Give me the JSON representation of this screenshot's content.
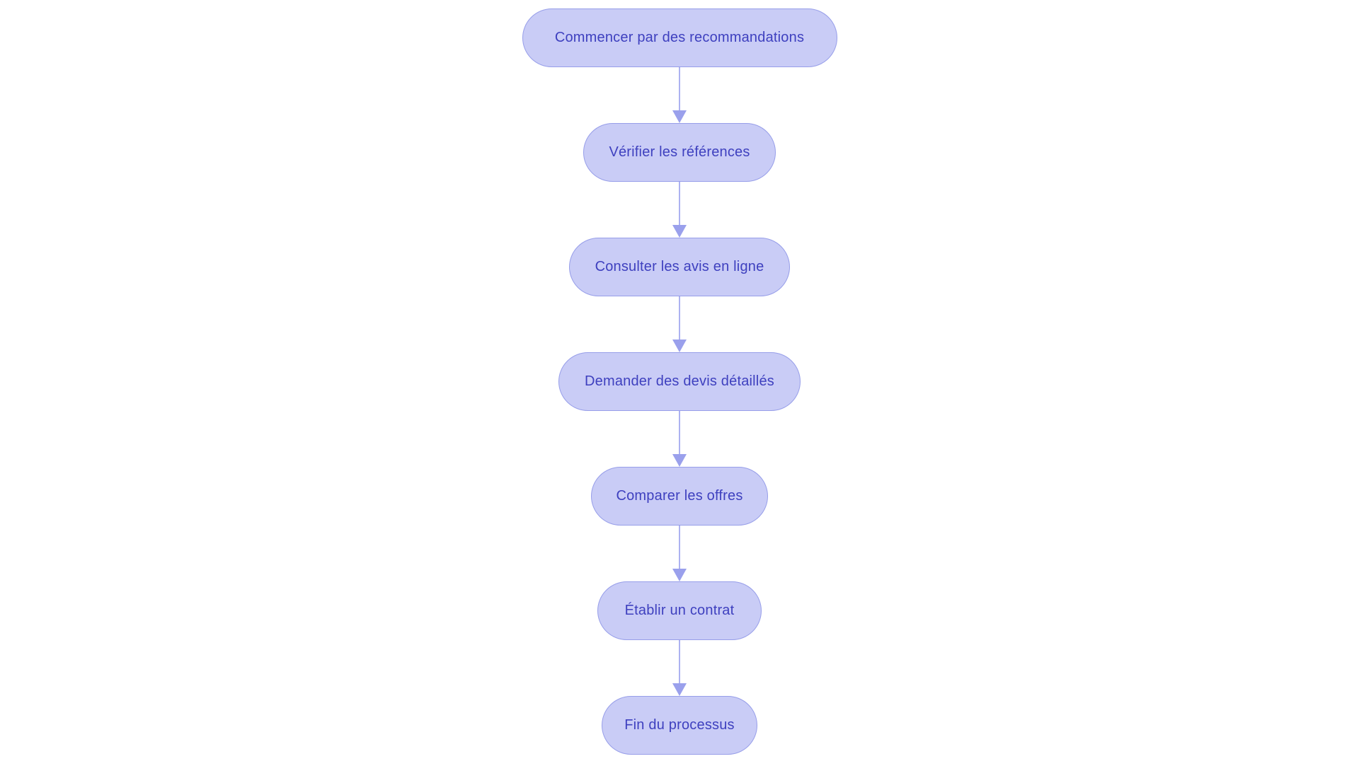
{
  "diagram": {
    "type": "flowchart",
    "direction": "top-down",
    "nodes": [
      {
        "id": "step-1",
        "shape": "pill",
        "label": "Commencer par des recommandations"
      },
      {
        "id": "step-2",
        "shape": "pill",
        "label": "Vérifier les références"
      },
      {
        "id": "step-3",
        "shape": "pill",
        "label": "Consulter les avis en ligne"
      },
      {
        "id": "step-4",
        "shape": "pill",
        "label": "Demander des devis détaillés"
      },
      {
        "id": "step-5",
        "shape": "pill",
        "label": "Comparer les offres"
      },
      {
        "id": "step-6",
        "shape": "pill",
        "label": "Établir un contrat"
      },
      {
        "id": "step-7",
        "shape": "pill",
        "label": "Fin du processus"
      }
    ],
    "edges": [
      {
        "from": "step-1",
        "to": "step-2",
        "style": "arrow-down"
      },
      {
        "from": "step-2",
        "to": "step-3",
        "style": "arrow-down"
      },
      {
        "from": "step-3",
        "to": "step-4",
        "style": "arrow-down"
      },
      {
        "from": "step-4",
        "to": "step-5",
        "style": "arrow-down"
      },
      {
        "from": "step-5",
        "to": "step-6",
        "style": "arrow-down"
      },
      {
        "from": "step-6",
        "to": "step-7",
        "style": "arrow-down"
      }
    ],
    "colors": {
      "background": "#ffffff",
      "node_fill": "#c9ccf6",
      "node_border": "#979ee9",
      "node_text": "#3e40bf",
      "arrow_line": "#adb2f1",
      "arrow_head": "#9aa0ec"
    }
  }
}
